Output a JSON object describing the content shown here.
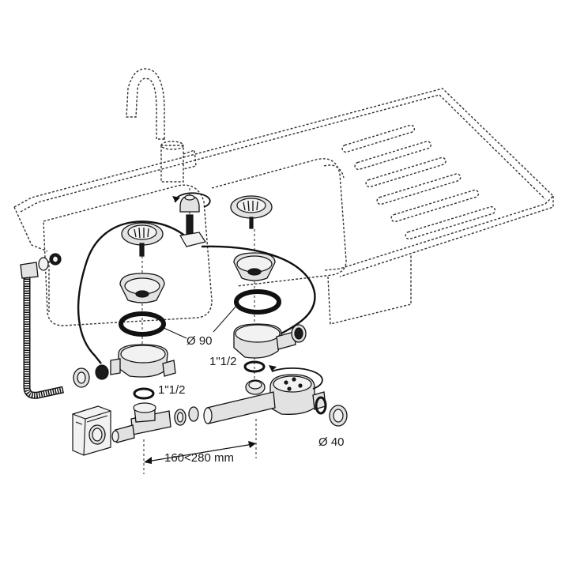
{
  "labels": {
    "seal_diameter": "Ø 90",
    "thread_left": "1\"1/2",
    "thread_right": "1\"1/2",
    "outlet_diameter": "Ø 40",
    "spacing_range": "160<280 mm"
  },
  "icons": {
    "faucet": "faucet-icon",
    "washing_machine": "washing-machine-icon",
    "overflow_knob": "rotary-knob-icon"
  },
  "colors": {
    "line": "#111111",
    "part_fill": "#e2e2e2",
    "background": "#ffffff"
  }
}
